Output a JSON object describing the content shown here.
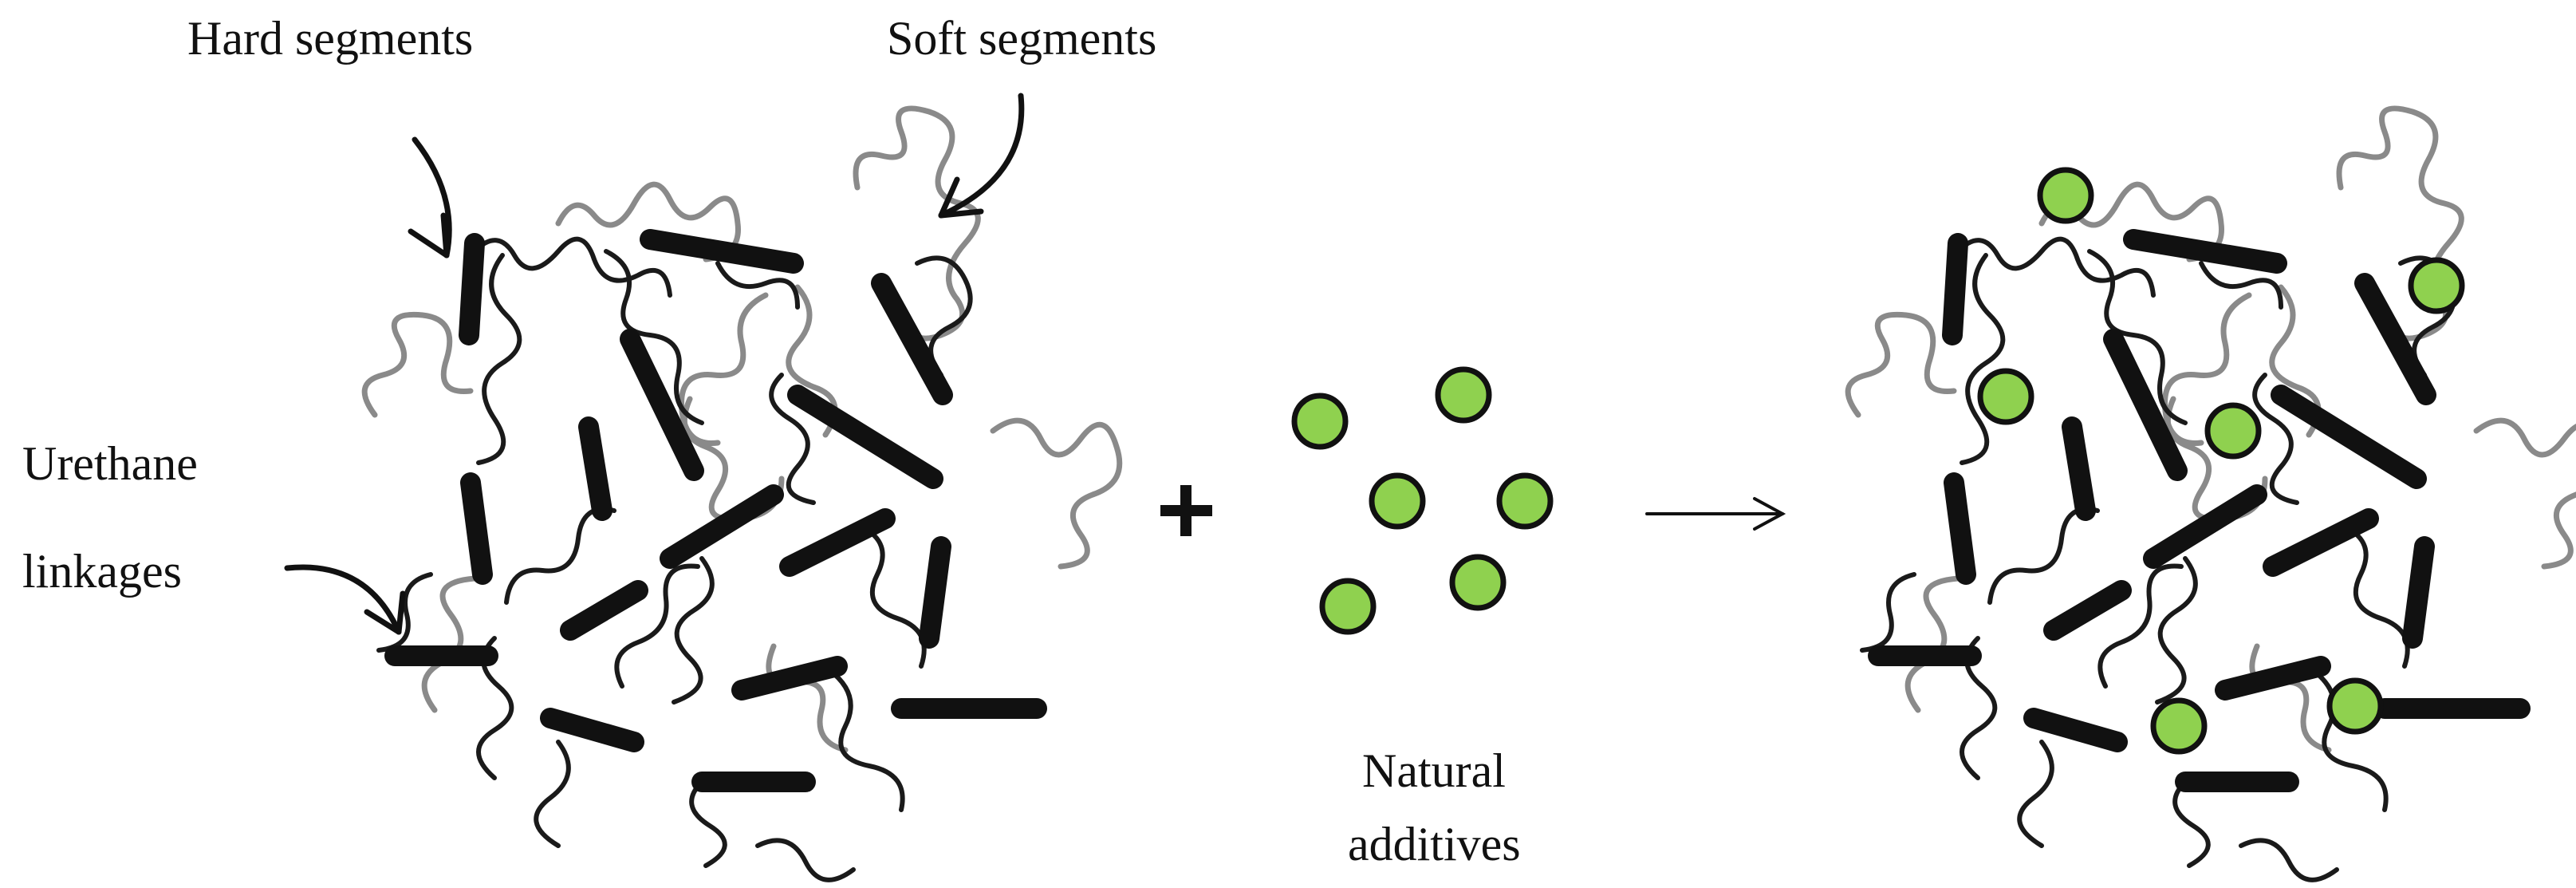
{
  "labels": {
    "hard_segments": "Hard segments",
    "soft_segments": "Soft segments",
    "urethane_line1": "Urethane",
    "urethane_line2": "linkages",
    "additives_line1": "Natural",
    "additives_line2": "additives"
  },
  "operators": {
    "plus": "+"
  },
  "colors": {
    "hard_segment": "#111111",
    "soft_segment_dark": "#1a1a1a",
    "soft_segment_gray": "#8a8a8a",
    "additive_fill": "#8fd14f",
    "additive_stroke": "#111111"
  }
}
